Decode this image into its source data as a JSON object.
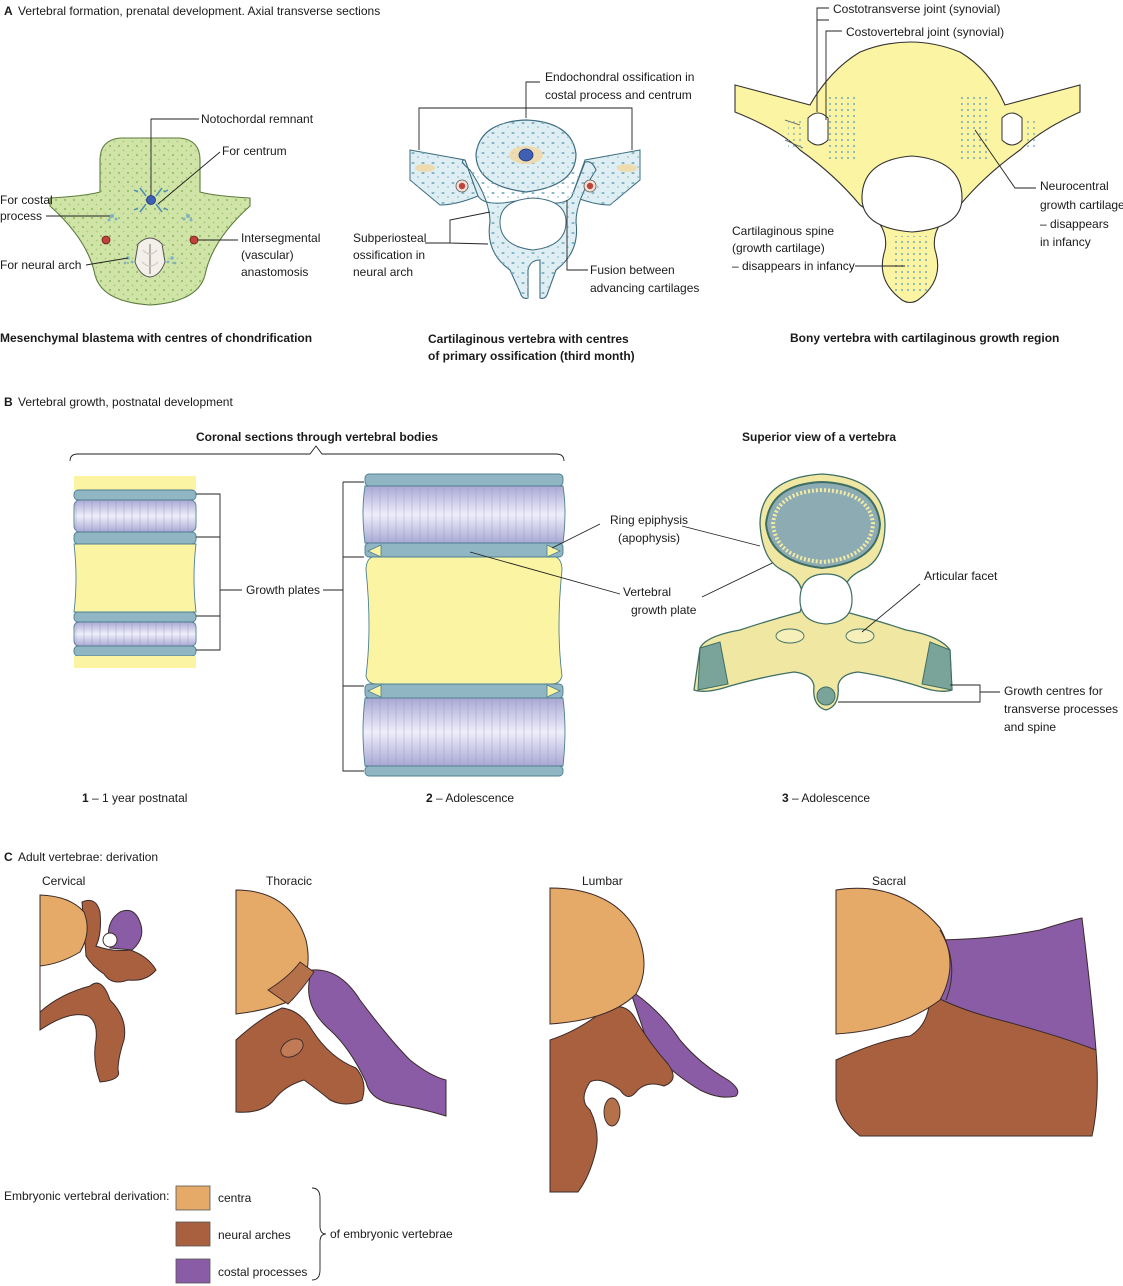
{
  "colors": {
    "centra": "#e5a968",
    "neural_arches": "#a9603f",
    "costal_processes": "#8a5ca6",
    "cartilage_yellow": "#fbf4a2",
    "growth_plate": "#8fb6c2",
    "disc": "#c9c8e6",
    "mesenchyme": "#cfe4a6",
    "cartilage_blue": "#dfeef3"
  },
  "section_a": {
    "letter": "A",
    "title": "Vertebral formation, prenatal development. Axial transverse sections",
    "panel1": {
      "caption": "Mesenchymal blastema with centres of chondrification",
      "labels": {
        "notochordal": "Notochordal remnant",
        "centrum": "For centrum",
        "costal1": "For costal",
        "costal2": "process",
        "neural": "For neural arch",
        "inter1": "Intersegmental",
        "inter2": "(vascular)",
        "inter3": "anastomosis"
      }
    },
    "panel2": {
      "caption_line1": "Cartilaginous vertebra with centres",
      "caption_line2": "of primary ossification (third month)",
      "labels": {
        "endo1": "Endochondral ossification in",
        "endo2": "costal process and centrum",
        "sub1": "Subperiosteal",
        "sub2": "ossification in",
        "sub3": "neural arch",
        "fus1": "Fusion between",
        "fus2": "advancing cartilages"
      }
    },
    "panel3": {
      "caption": "Bony vertebra with cartilaginous growth region",
      "labels": {
        "costotrans": "Costotransverse joint (synovial)",
        "costovert": "Costovertebral joint (synovial)",
        "neuro1": "Neurocentral",
        "neuro2": "growth cartilage",
        "neuro3": "– disappears",
        "neuro4": "in infancy",
        "spine1": "Cartilaginous spine",
        "spine2": "(growth cartilage)",
        "spine3": "– disappears in infancy"
      }
    }
  },
  "section_b": {
    "letter": "B",
    "title": "Vertebral growth, postnatal development",
    "coronal_heading": "Coronal sections through vertebral bodies",
    "superior_heading": "Superior view of a vertebra",
    "growth_plates": "Growth plates",
    "ring1": "Ring epiphysis",
    "ring2": "(apophysis)",
    "vgp1": "Vertebral",
    "vgp2": "growth plate",
    "facet": "Articular facet",
    "gc1": "Growth centres for",
    "gc2": "transverse processes",
    "gc3": "and spine",
    "cap1_num": "1",
    "cap1_text": " – 1 year postnatal",
    "cap2_num": "2",
    "cap2_text": " – Adolescence",
    "cap3_num": "3",
    "cap3_text": " – Adolescence"
  },
  "section_c": {
    "letter": "C",
    "title": "Adult vertebrae: derivation",
    "cervical": "Cervical",
    "thoracic": "Thoracic",
    "lumbar": "Lumbar",
    "sacral": "Sacral",
    "legend": {
      "heading": "Embryonic vertebral derivation:",
      "items": [
        "centra",
        "neural arches",
        "costal processes"
      ],
      "suffix": "of embryonic vertebrae"
    }
  }
}
